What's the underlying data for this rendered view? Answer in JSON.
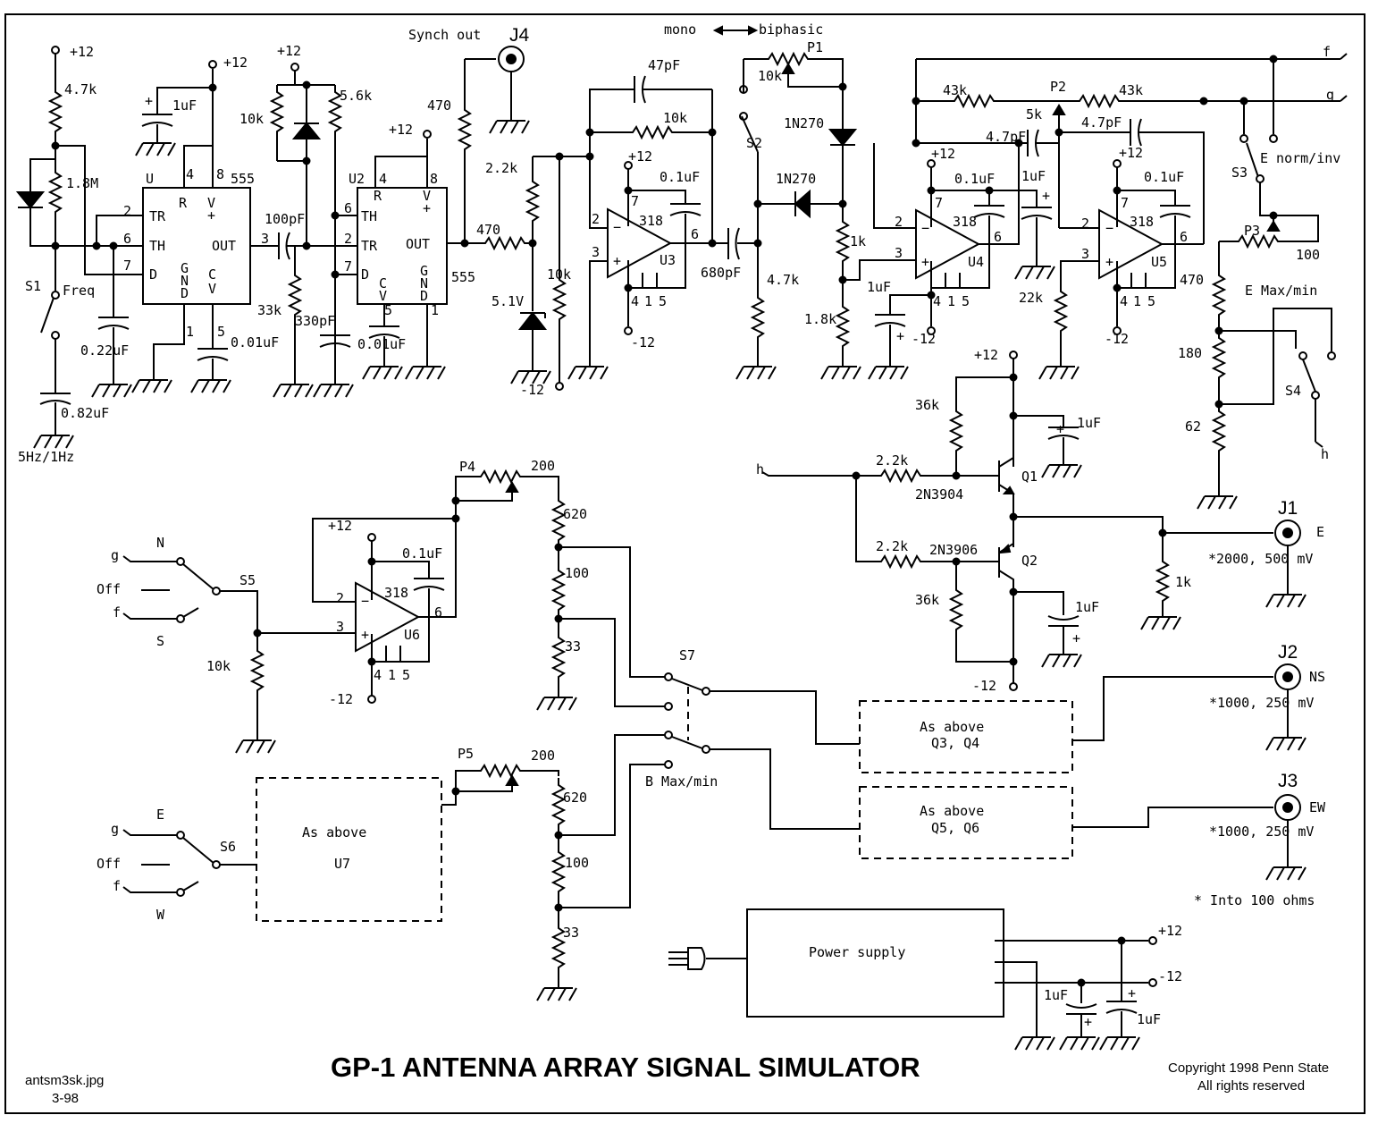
{
  "title": "GP-1 ANTENNA ARRAY SIGNAL SIMULATOR",
  "file_info": {
    "name": "antsm3sk.jpg",
    "date": "3-98"
  },
  "copyright": {
    "line1": "Copyright 1998 Penn State",
    "line2": "All rights reserved"
  },
  "rails": {
    "pos": "+12",
    "neg": "-12"
  },
  "pins": {
    "p1": "1",
    "p2": "2",
    "p3": "3",
    "p4": "4",
    "p5": "5",
    "p6": "6",
    "p7": "7",
    "p8": "8"
  },
  "ic_pins": {
    "tr": "TR",
    "th": "TH",
    "d": "D",
    "r": "R",
    "v": "V",
    "plus": "+",
    "out": "OUT",
    "g": "G",
    "n": "N",
    "c": "C",
    "minus": "−"
  },
  "labels": {
    "u1": "U",
    "u1_type": "555",
    "u2": "U2",
    "u2_type": "555",
    "u3": "U3",
    "u4": "U4",
    "u5": "U5",
    "u6": "U6",
    "op318": "318",
    "q1": "Q1",
    "q2": "Q2",
    "q1_type": "2N3904",
    "q2_type": "2N3906",
    "s1": "S1",
    "s1_name": "Freq",
    "freq_note": "5Hz/1Hz",
    "s2": "S2",
    "mode_note": "mono",
    "mode_note2": "biphasic",
    "s3": "S3",
    "s3_name": "E norm/inv",
    "s4": "S4",
    "s5": "S5",
    "s6": "S6",
    "s7": "S7",
    "s7_name": "B Max/min",
    "p1": "P1",
    "p2": "P2",
    "p3": "P3",
    "p4": "P4",
    "p5": "P5",
    "e_maxmin": "E Max/min",
    "j1": "J1",
    "j2": "J2",
    "j3": "J3",
    "j4": "J4",
    "synch_out": "Synch out",
    "j1_name": "E",
    "j2_name": "NS",
    "j3_name": "EW",
    "j1_level": "*2000, 500 mV",
    "j2_level": "*1000, 250 mV",
    "j3_level": "*1000, 250 mV",
    "into_note": "* Into 100 ohms",
    "node_f": "f",
    "node_g": "g",
    "node_h": "h",
    "sw_n": "N",
    "sw_s": "S",
    "sw_e": "E",
    "sw_w": "W",
    "sw_off": "Off",
    "as_above": "As above",
    "u7": "U7",
    "q3q4": "Q3, Q4",
    "q5q6": "Q5, Q6",
    "power_supply": "Power supply"
  },
  "values": {
    "r_4k7": "4.7k",
    "r_1m8": "1.8M",
    "r_10k": "10k",
    "r_5k6": "5.6k",
    "r_33k": "33k",
    "r_470": "470",
    "r_2k2": "2.2k",
    "r_1k": "1k",
    "r_1k8": "1.8k",
    "r_43k": "43k",
    "r_5k": "5k",
    "r_100": "100",
    "r_180": "180",
    "r_62": "62",
    "r_22k": "22k",
    "r_36k": "36k",
    "r_200": "200",
    "r_620": "620",
    "r_33": "33",
    "c_1uf": "1uF",
    "c_022": "0.22uF",
    "c_082": "0.82uF",
    "c_001": "0.01uF",
    "c_100pf": "100pF",
    "c_330pf": "330pF",
    "c_47pf": "47pF",
    "c_680pf": "680pF",
    "c_47pf_b": "4.7pF",
    "c_01": "0.1uF",
    "d_1n270": "1N270",
    "d_5v1": "5.1V"
  }
}
